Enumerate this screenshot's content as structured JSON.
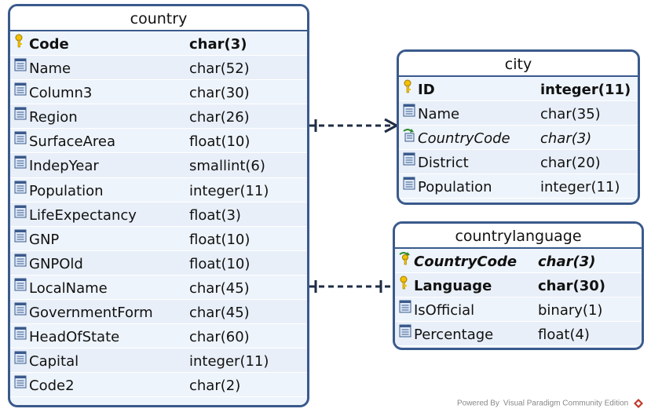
{
  "entities": {
    "country": {
      "title": "country",
      "columns": [
        {
          "name": "Code",
          "type": "char(3)",
          "key": "pk",
          "nullable": false
        },
        {
          "name": "Name",
          "type": "char(52)",
          "key": "",
          "nullable": false
        },
        {
          "name": "Column3",
          "type": "char(30)",
          "key": "",
          "nullable": false
        },
        {
          "name": "Region",
          "type": "char(26)",
          "key": "",
          "nullable": false
        },
        {
          "name": "SurfaceArea",
          "type": "float(10)",
          "key": "",
          "nullable": false
        },
        {
          "name": "IndepYear",
          "type": "smallint(6)",
          "key": "",
          "nullable": true
        },
        {
          "name": "Population",
          "type": "integer(11)",
          "key": "",
          "nullable": false
        },
        {
          "name": "LifeExpectancy",
          "type": "float(3)",
          "key": "",
          "nullable": true
        },
        {
          "name": "GNP",
          "type": "float(10)",
          "key": "",
          "nullable": true
        },
        {
          "name": "GNPOld",
          "type": "float(10)",
          "key": "",
          "nullable": true
        },
        {
          "name": "LocalName",
          "type": "char(45)",
          "key": "",
          "nullable": false
        },
        {
          "name": "GovernmentForm",
          "type": "char(45)",
          "key": "",
          "nullable": false
        },
        {
          "name": "HeadOfState",
          "type": "char(60)",
          "key": "",
          "nullable": true
        },
        {
          "name": "Capital",
          "type": "integer(11)",
          "key": "",
          "nullable": true
        },
        {
          "name": "Code2",
          "type": "char(2)",
          "key": "",
          "nullable": false
        }
      ]
    },
    "city": {
      "title": "city",
      "columns": [
        {
          "name": "ID",
          "type": "integer(11)",
          "key": "pk",
          "nullable": false
        },
        {
          "name": "Name",
          "type": "char(35)",
          "key": "",
          "nullable": false
        },
        {
          "name": "CountryCode",
          "type": "char(3)",
          "key": "fk",
          "nullable": false
        },
        {
          "name": "District",
          "type": "char(20)",
          "key": "",
          "nullable": false
        },
        {
          "name": "Population",
          "type": "integer(11)",
          "key": "",
          "nullable": false
        }
      ]
    },
    "countrylanguage": {
      "title": "countrylanguage",
      "columns": [
        {
          "name": "CountryCode",
          "type": "char(3)",
          "key": "pkfk",
          "nullable": false
        },
        {
          "name": "Language",
          "type": "char(30)",
          "key": "pk",
          "nullable": false
        },
        {
          "name": "IsOfficial",
          "type": "binary(1)",
          "key": "",
          "nullable": false
        },
        {
          "name": "Percentage",
          "type": "float(4)",
          "key": "",
          "nullable": false
        }
      ]
    }
  },
  "nullable_marker": "N",
  "footer": {
    "text": "Powered By Visual Paradigm Community Edition"
  },
  "colors": {
    "border": "#3a5a8c",
    "row_bg": "#eef4fb",
    "connector": "#1f2d44",
    "key": "#e8b400"
  }
}
